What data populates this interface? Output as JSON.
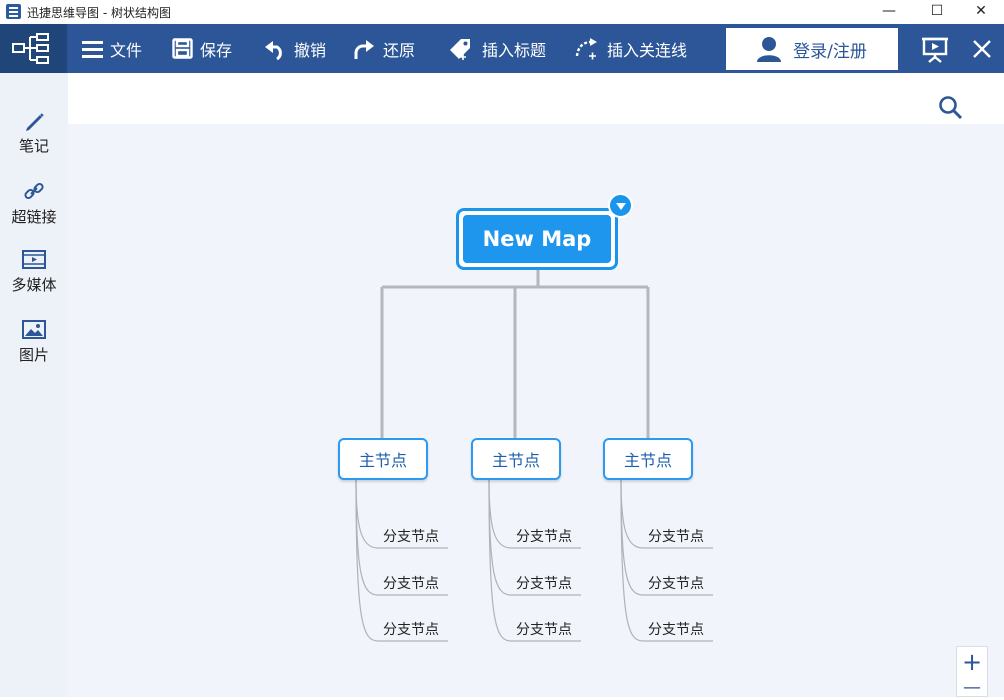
{
  "window": {
    "title": "迅捷思维导图 - 树状结构图",
    "controls": {
      "minimize": "—",
      "maximize": "☐",
      "close": "✕"
    }
  },
  "toolbar": {
    "items": [
      {
        "label": "文件",
        "icon": "menu-icon"
      },
      {
        "label": "保存",
        "icon": "save-icon"
      },
      {
        "label": "撤销",
        "icon": "undo-icon"
      },
      {
        "label": "还原",
        "icon": "redo-icon"
      },
      {
        "label": "插入标题",
        "icon": "insert-title-icon"
      },
      {
        "label": "插入关连线",
        "icon": "insert-relation-icon"
      }
    ],
    "login_label": "登录/注册",
    "accent": "#2c5697"
  },
  "sidebar": {
    "items": [
      {
        "label": "笔记",
        "icon": "pencil-icon"
      },
      {
        "label": "超链接",
        "icon": "link-icon"
      },
      {
        "label": "多媒体",
        "icon": "video-icon"
      },
      {
        "label": "图片",
        "icon": "image-icon"
      }
    ]
  },
  "mindmap": {
    "central": "New Map",
    "main_nodes": [
      "主节点",
      "主节点",
      "主节点"
    ],
    "branch_label": "分支节点",
    "branch_nodes": [
      [
        "分支节点",
        "分支节点",
        "分支节点"
      ],
      [
        "分支节点",
        "分支节点",
        "分支节点"
      ],
      [
        "分支节点",
        "分支节点",
        "分支节点"
      ]
    ],
    "node_color": "#1e96ee"
  },
  "zoom": {
    "in": "+",
    "out": "—"
  }
}
